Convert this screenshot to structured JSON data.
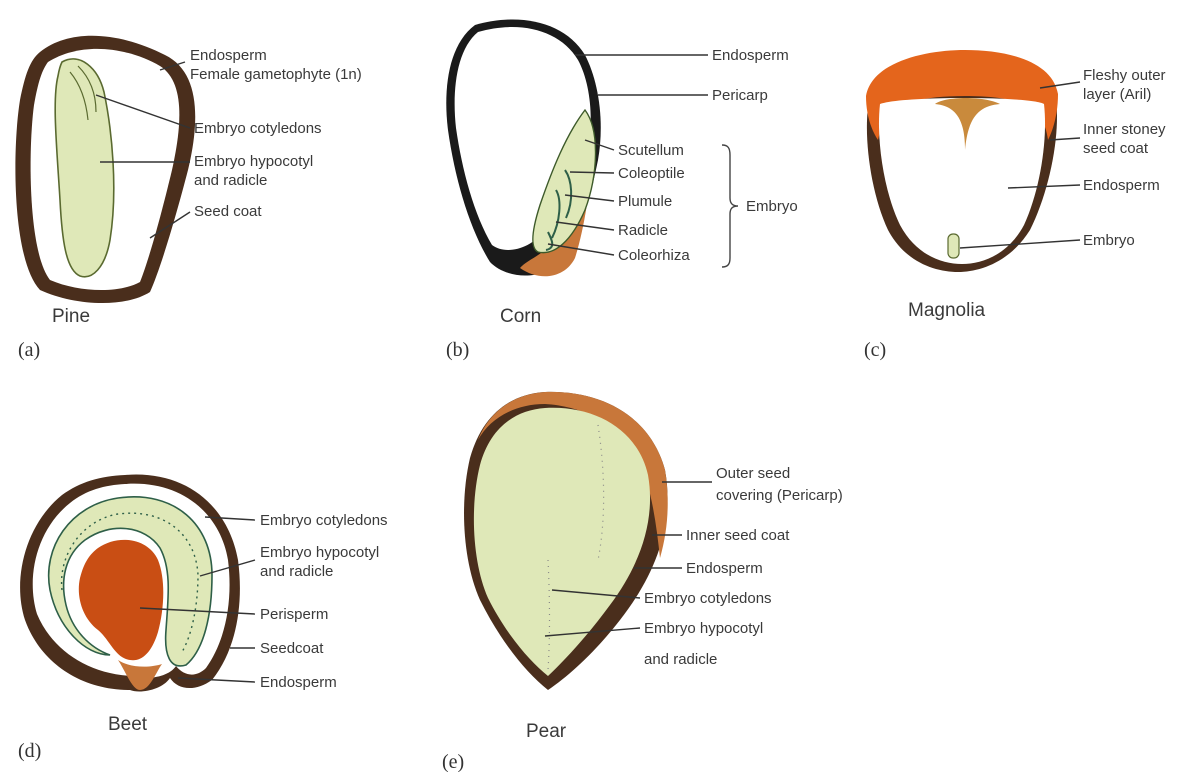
{
  "colors": {
    "seed_coat_dark": "#4a2e1c",
    "pericarp_orange": "#c8773a",
    "aril_orange": "#e4651c",
    "embryo_green": "#dfe8b8",
    "perisperm_red": "#c94e14",
    "endosperm_white": "#ffffff",
    "text": "#3a3a3a"
  },
  "pine": {
    "panel_letter": "(a)",
    "name": "Pine",
    "labels": {
      "endosperm": "Endosperm",
      "female_gametophyte": "Female gametophyte (1n)",
      "cotyledons": "Embryo cotyledons",
      "hypocotyl_line1": "Embryo hypocotyl",
      "hypocotyl_line2": "and radicle",
      "seed_coat": "Seed coat"
    }
  },
  "corn": {
    "panel_letter": "(b)",
    "name": "Corn",
    "labels": {
      "endosperm": "Endosperm",
      "pericarp": "Pericarp",
      "scutellum": "Scutellum",
      "coleoptile": "Coleoptile",
      "plumule": "Plumule",
      "radicle": "Radicle",
      "coleorhiza": "Coleorhiza",
      "embryo_group": "Embryo"
    }
  },
  "magnolia": {
    "panel_letter": "(c)",
    "name": "Magnolia",
    "labels": {
      "aril_line1": "Fleshy outer",
      "aril_line2": "layer (Aril)",
      "stony_line1": "Inner stoney",
      "stony_line2": "seed coat",
      "endosperm": "Endosperm",
      "embryo": "Embryo"
    }
  },
  "beet": {
    "panel_letter": "(d)",
    "name": "Beet",
    "labels": {
      "cotyledons": "Embryo cotyledons",
      "hypocotyl_line1": "Embryo hypocotyl",
      "hypocotyl_line2": "and radicle",
      "perisperm": "Perisperm",
      "seedcoat": "Seedcoat",
      "endosperm": "Endosperm"
    }
  },
  "pear": {
    "panel_letter": "(e)",
    "name": "Pear",
    "labels": {
      "outer_line1": "Outer seed",
      "outer_line2": "covering (Pericarp)",
      "inner_coat": "Inner seed coat",
      "endosperm": "Endosperm",
      "cotyledons": "Embryo cotyledons",
      "hypocotyl_line1": "Embryo hypocotyl",
      "hypocotyl_line2": "and radicle"
    }
  }
}
